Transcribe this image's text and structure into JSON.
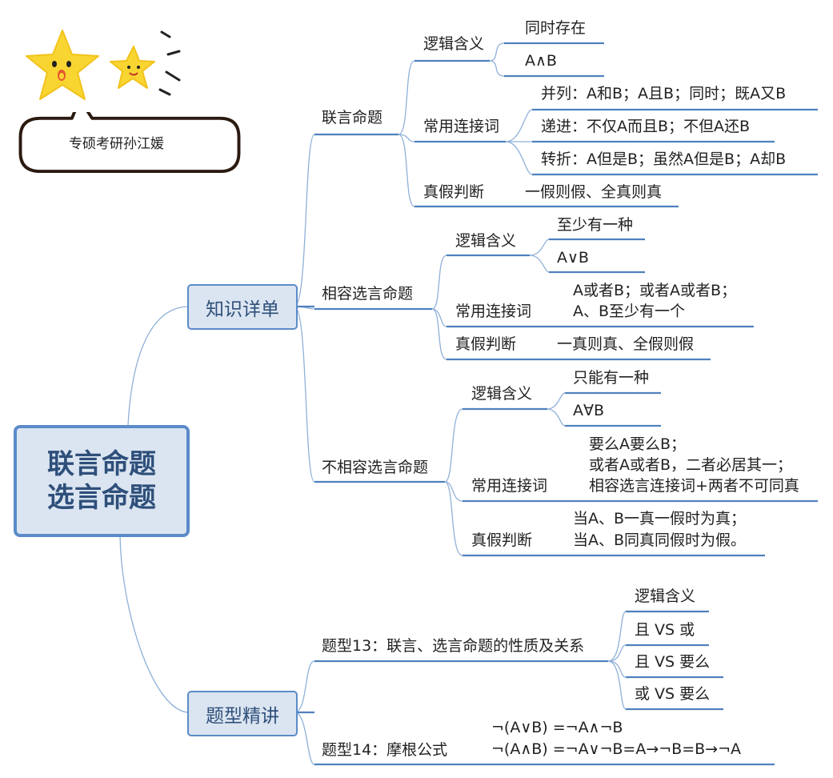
{
  "bubble": {
    "text": "专硕考研孙江媛"
  },
  "root": {
    "line1": "联言命题",
    "line2": "选言命题"
  },
  "main": {
    "knowledge": "知识详单",
    "question": "题型精讲"
  },
  "conj": {
    "title": "联言命题",
    "meaning": "逻辑含义",
    "meaning_1": "同时存在",
    "meaning_2": "A∧B",
    "words": "常用连接词",
    "words_1": "并列：A和B；A且B；同时；既A又B",
    "words_2": "递进：不仅A而且B；不但A还B",
    "words_3": "转折：A但是B；虽然A但是B；A却B",
    "truth": "真假判断",
    "truth_1": "一假则假、全真则真"
  },
  "compat": {
    "title": "相容选言命题",
    "meaning": "逻辑含义",
    "meaning_1": "至少有一种",
    "meaning_2": "A∨B",
    "words": "常用连接词",
    "words_1a": "A或者B；或者A或者B；",
    "words_1b": "A、B至少有一个",
    "truth": "真假判断",
    "truth_1": "一真则真、全假则假"
  },
  "incompat": {
    "title": "不相容选言命题",
    "meaning": "逻辑含义",
    "meaning_1": "只能有一种",
    "meaning_2": "A∀B",
    "words": "常用连接词",
    "words_1a": "要么A要么B；",
    "words_1b": "或者A或者B，二者必居其一；",
    "words_1c": "相容选言连接词+两者不可同真",
    "truth": "真假判断",
    "truth_1a": "当A、B一真一假时为真；",
    "truth_1b": "当A、B同真同假时为假。"
  },
  "type13": {
    "title": "题型13：联言、选言命题的性质及关系",
    "items": [
      "逻辑含义",
      "且 VS 或",
      "且 VS 要么",
      "或 VS 要么"
    ]
  },
  "type14": {
    "title": "题型14：摩根公式",
    "formula_1": "¬(A∨B) =¬A∧¬B",
    "formula_2": "¬(A∧B) =¬A∨¬B=A→¬B=B→¬A"
  },
  "colors": {
    "line": "#4f81bd",
    "connector": "#8fb0d8",
    "box_fill": "#dbe5f1",
    "box_border": "#5b8bc9",
    "star": "#f9d532"
  },
  "icons": [
    "star-icon",
    "sparkle-icon",
    "speech-bubble"
  ]
}
